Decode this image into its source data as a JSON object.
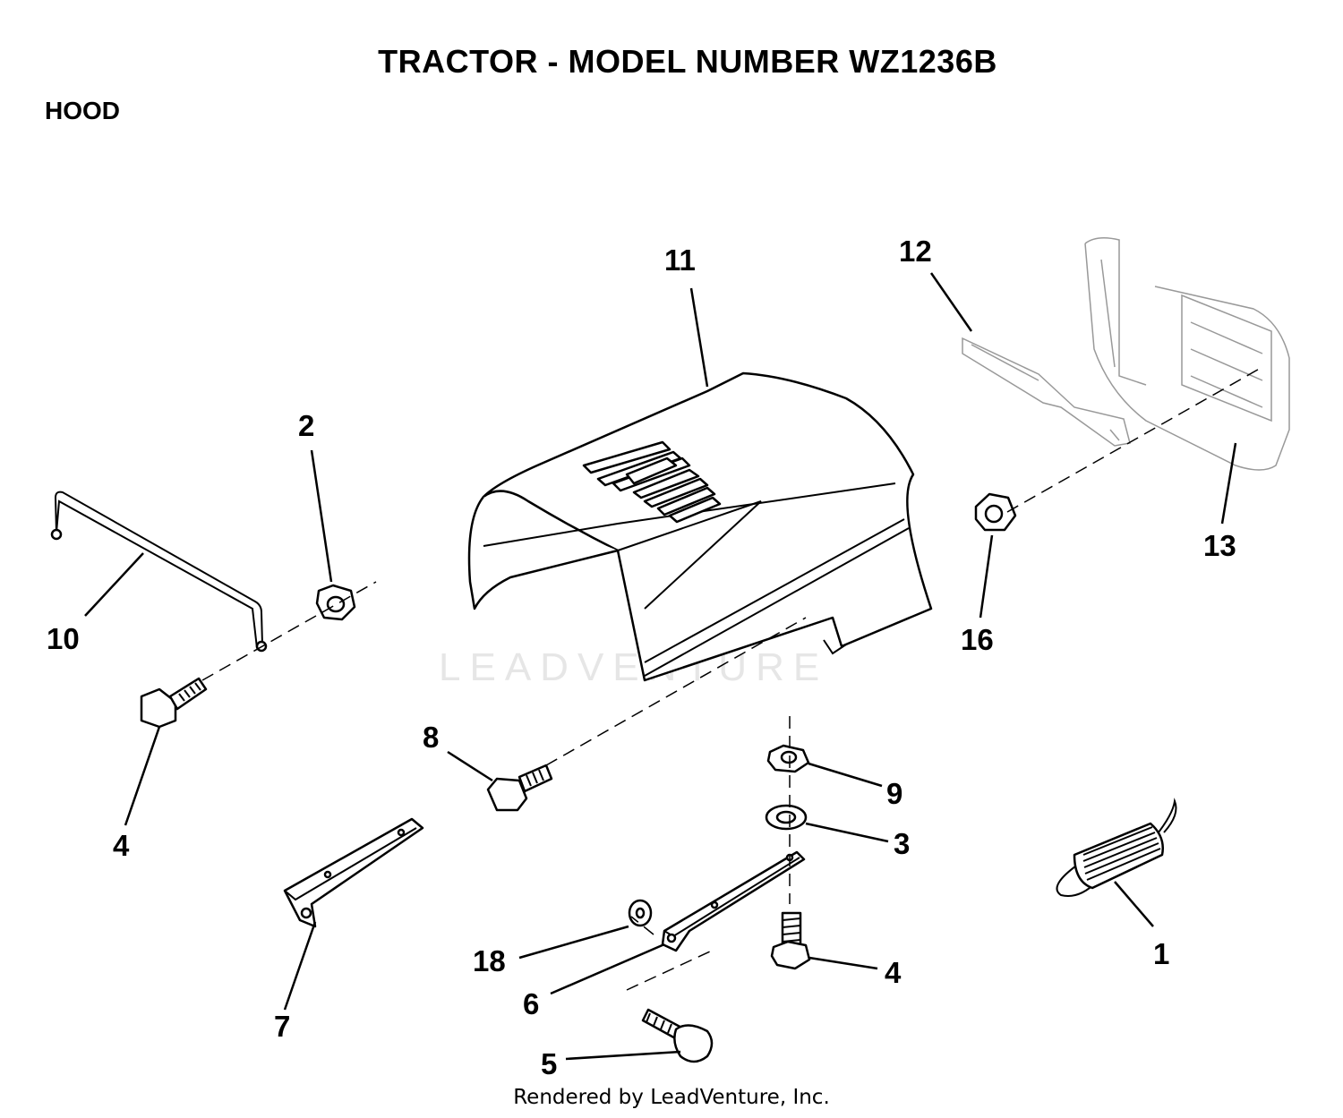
{
  "header": {
    "title": "TRACTOR  - MODEL NUMBER WZ1236B",
    "section": "HOOD"
  },
  "watermark": "LEADVENTURE",
  "footer": "Rendered by LeadVenture, Inc.",
  "callouts": {
    "c1": "1",
    "c2": "2",
    "c3": "3",
    "c4a": "4",
    "c4b": "4",
    "c5": "5",
    "c6": "6",
    "c7": "7",
    "c8": "8",
    "c9": "9",
    "c10": "10",
    "c11": "11",
    "c12": "12",
    "c13": "13",
    "c16": "16",
    "c18": "18"
  }
}
